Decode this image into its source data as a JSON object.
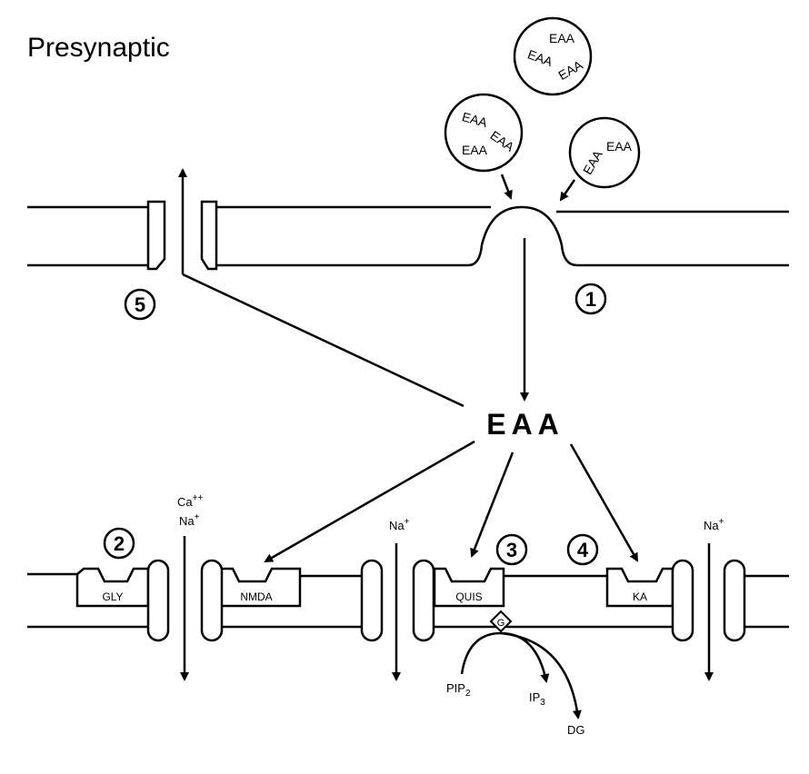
{
  "title": "Presynaptic",
  "eaa_label": "EAA",
  "vesicle_label": "EAA",
  "steps": [
    "1",
    "2",
    "3",
    "4",
    "5"
  ],
  "ions": {
    "ca_na_top": "Ca",
    "ca_sup": "++",
    "na": "Na",
    "na_sup": "+"
  },
  "receptors": {
    "gly": "GLY",
    "nmda": "NMDA",
    "quis": "QUIS",
    "ka": "KA"
  },
  "g_protein": "G",
  "second_messengers": {
    "pip2": "PIP",
    "pip2_sub": "2",
    "ip3": "IP",
    "ip3_sub": "3",
    "dg": "DG"
  }
}
